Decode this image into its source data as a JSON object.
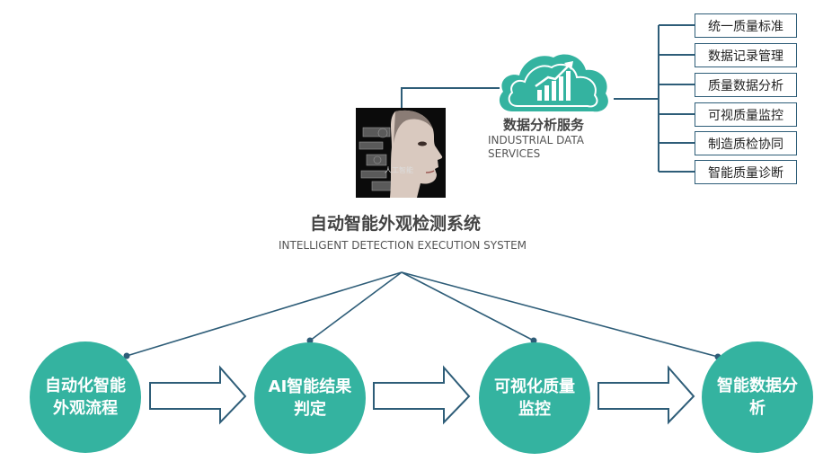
{
  "cloud": {
    "title": "数据分析服务",
    "subtitle": "INDUSTRIAL DATA SERVICES",
    "color": "#34b3a0"
  },
  "services": [
    "统一质量标准",
    "数据记录管理",
    "质量数据分析",
    "可视质量监控",
    "制造质检协同",
    "智能质量诊断"
  ],
  "system": {
    "title": "自动智能外观检测系统",
    "subtitle": "INTELLIGENT DETECTION EXECUTION SYSTEM",
    "image_label": "人工智能"
  },
  "steps": [
    "自动化智能外观流程",
    "AI智能结果判定",
    "可视化质量监控",
    "智能数据分析"
  ],
  "colors": {
    "accent": "#34b3a0",
    "line": "#2e5d78"
  }
}
